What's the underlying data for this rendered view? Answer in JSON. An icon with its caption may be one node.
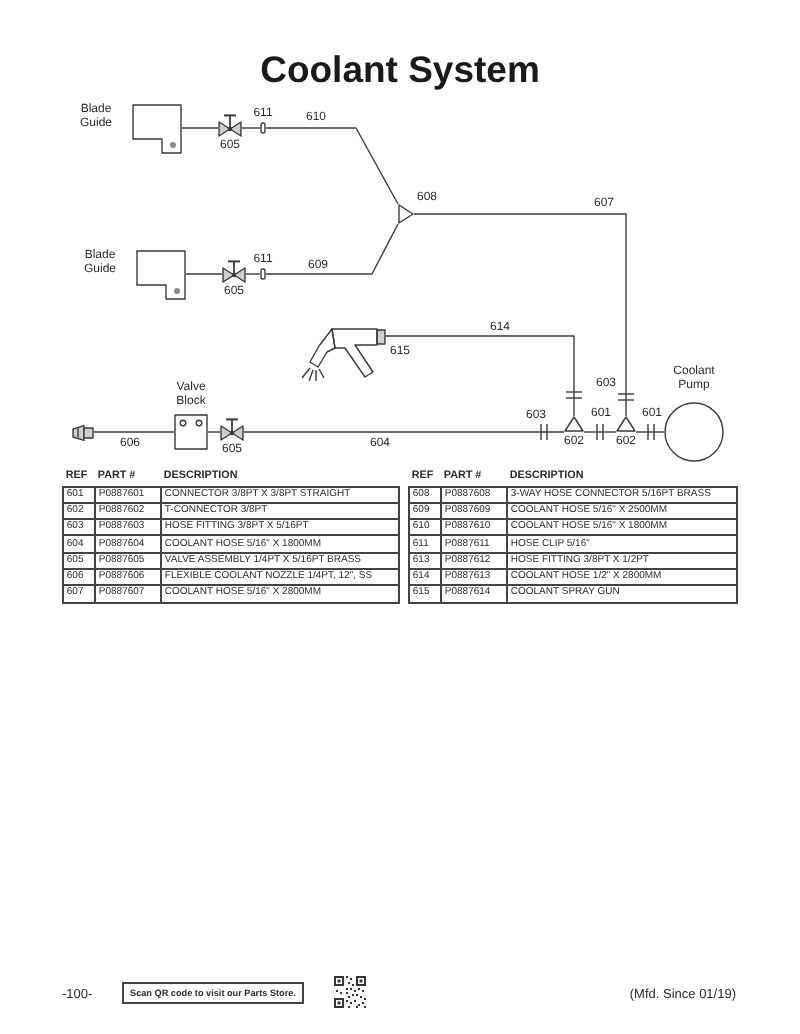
{
  "diagram": {
    "title": "Coolant System",
    "nodes": [
      {
        "text": [
          "Blade Guide"
        ]
      },
      {
        "text": [],
        "shape": "picture",
        "beside": [
          "605"
        ]
      },
      {
        "text": [],
        "shape": "box",
        "beside": [
          "611"
        ]
      },
      {
        "text": [],
        "shape": "triangle",
        "beside": [
          "608"
        ]
      },
      {
        "text": [
          "Blade Guide"
        ]
      },
      {
        "text": [],
        "shape": "picture",
        "beside": [
          "605"
        ]
      },
      {
        "text": [],
        "shape": "box",
        "beside": [
          "611"
        ]
      },
      {
        "text": [],
        "shape": "picture",
        "beside": [
          "615"
        ]
      },
      {
        "text": [],
        "shape": "picture"
      },
      {
        "text": [
          "Valve Block"
        ]
      },
      {
        "text": [],
        "shape": "picture",
        "beside": [
          "605"
        ]
      },
      {
        "text": [],
        "shape": "triangle",
        "beside": [
          "602"
        ]
      },
      {
        "text": [],
        "shape": "triangle",
        "beside": [
          "602"
        ]
      },
      {
        "text": [
          "Coolant Pump"
        ]
      }
    ],
    "edges": [
      {
        "from": 0,
        "to": 1,
        "arrow": "none"
      },
      {
        "from": 1,
        "to": 2,
        "arrow": "none"
      },
      {
        "from": 2,
        "to": 3,
        "arrow": "none",
        "label": "610"
      },
      {
        "from": 4,
        "to": 5,
        "arrow": "none"
      },
      {
        "from": 5,
        "to": 6,
        "arrow": "none"
      },
      {
        "from": 6,
        "to": 3,
        "arrow": "none",
        "label": "609"
      },
      {
        "from": 3,
        "to": 12,
        "arrow": "none",
        "label": "607"
      },
      {
        "from": 7,
        "to": 11,
        "arrow": "none",
        "label": "614"
      },
      {
        "from": 8,
        "to": 9,
        "arrow": "none",
        "label": "606"
      },
      {
        "from": 9,
        "to": 10,
        "arrow": "none"
      },
      {
        "from": 10,
        "to": 11,
        "arrow": "none",
        "label": "604"
      },
      {
        "from": 11,
        "to": 12,
        "arrow": "none"
      },
      {
        "from": 12,
        "to": 13,
        "arrow": "none"
      }
    ],
    "labels": [
      "603",
      "603",
      "601",
      "601",
      "REF",
      "PART #",
      "DESCRIPTION",
      "601",
      "P0887601",
      "CONNECTOR 3/8PT X 3/8PT STRAIGHT",
      "602",
      "P0887602",
      "T-CONNECTOR 3/8PT",
      "603",
      "P0887603",
      "HOSE FITTING 3/8PT X 5/16PT",
      "604",
      "P0887604",
      "COOLANT HOSE 5/16\" X 1800MM",
      "605",
      "P0887605",
      "VALVE ASSEMBLY 1/4PT X 5/16PT BRASS",
      "606",
      "P0887606",
      "FLEXIBLE COOLANT NOZZLE 1/4PT, 12\", SS",
      "607",
      "P0887607",
      "COOLANT HOSE 5/16\" X 2800MM",
      "REF",
      "PART #",
      "DESCRIPTION",
      "608",
      "P0887608",
      "3-WAY HOSE CONNECTOR 5/16PT BRASS",
      "609",
      "P0887609",
      "COOLANT HOSE 5/16\" X 2500MM",
      "610",
      "P0887610",
      "COOLANT HOSE 5/16\" X 1800MM",
      "611",
      "P0887611",
      "HOSE CLIP 5/16\"",
      "613",
      "P0887612",
      "HOSE FITTING 3/8PT X 1/2PT",
      "614",
      "P0887613",
      "COOLANT HOSE 1/2\" X 2800MM",
      "615",
      "P0887614",
      "COOLANT SPRAY GUN",
      "-100-",
      "Scan QR code to visit our Parts Store.",
      "(Mfd. Since 01/19)"
    ]
  }
}
